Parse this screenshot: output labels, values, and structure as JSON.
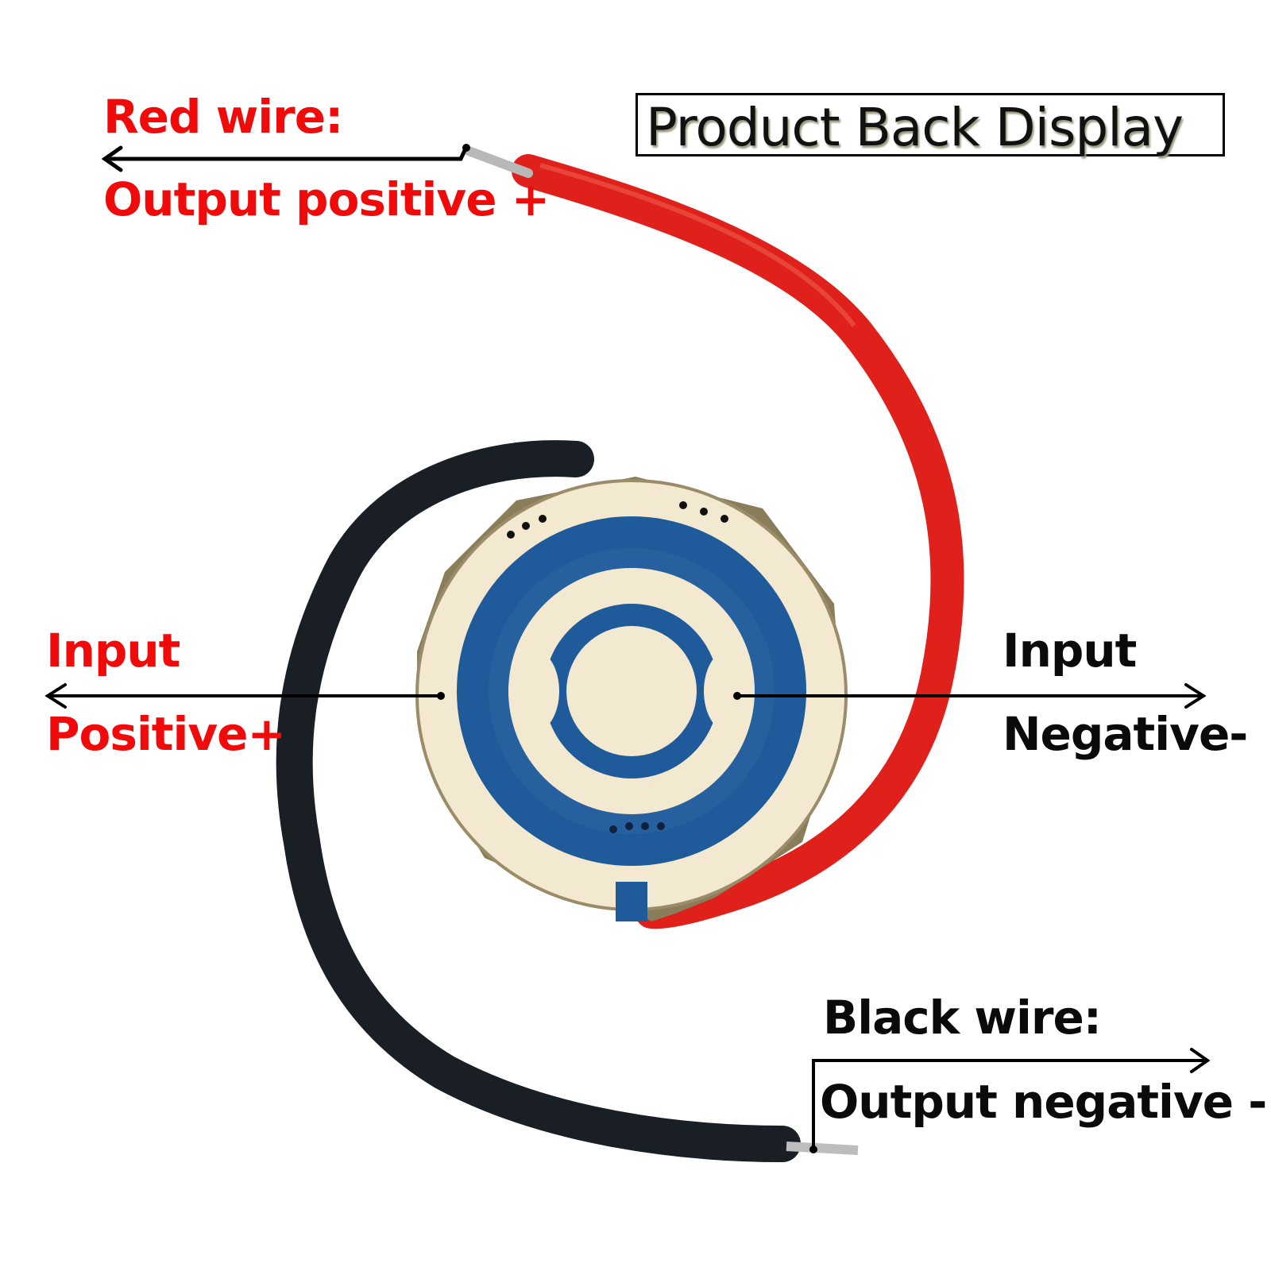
{
  "title": "Product Back Display",
  "labels": {
    "red_wire_heading": "Red wire:",
    "red_wire_desc": "Output positive +",
    "input_left_heading": "Input",
    "input_left_desc": "Positive+",
    "input_right_heading": "Input",
    "input_right_desc": "Negative-",
    "black_wire_heading": "Black wire:",
    "black_wire_desc": "Output negative -"
  },
  "colors": {
    "red_text": "#f00a0a",
    "black_text": "#0a0a0a",
    "red_wire": "#e0201a",
    "black_wire": "#1a1f26",
    "pcb_gold": "#f3e8d0",
    "pcb_blue": "#1f5a9a"
  }
}
